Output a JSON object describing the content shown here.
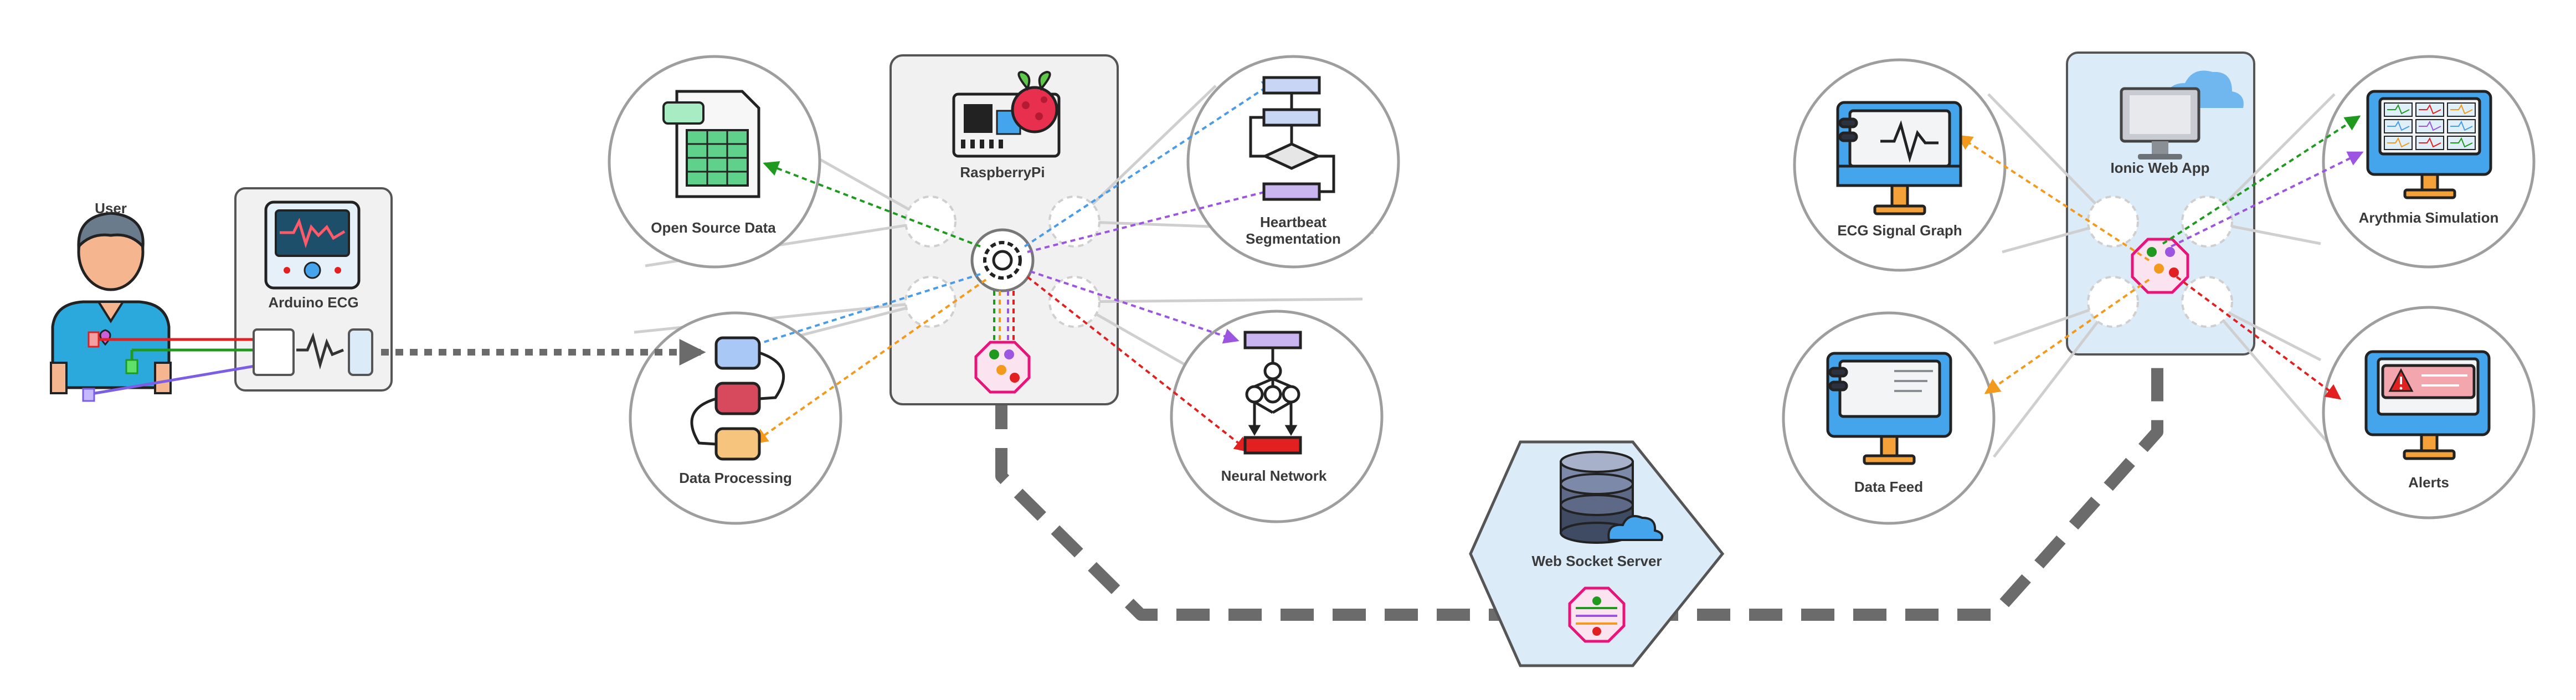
{
  "nodes": {
    "user": "User",
    "arduino": "Arduino ECG",
    "raspberry": "RaspberryPi",
    "open_source_data": "Open Source Data",
    "heartbeat_line1": "Heartbeat",
    "heartbeat_line2": "Segmentation",
    "data_processing": "Data Processing",
    "neural_network": "Neural Network",
    "web_socket_server": "Web Socket Server",
    "ionic_web_app": "Ionic Web App",
    "ecg_signal_graph": "ECG Signal Graph",
    "arythmia_simulation": "Arythmia Simulation",
    "data_feed": "Data Feed",
    "alerts": "Alerts"
  },
  "icons": {
    "user": "person-icon",
    "arduino": "ecg-monitor-icon",
    "raspberry": "raspberry-pi-board-icon",
    "open_source_data": "spreadsheet-file-icon",
    "heartbeat": "flowchart-icon",
    "data_processing": "process-cycle-icon",
    "neural_network": "neural-network-icon",
    "hub": "gear-hub-icon",
    "router": "message-router-icon",
    "web_socket_server": "database-cloud-icon",
    "ionic_web_app": "monitor-cloud-icon",
    "ecg_signal_graph": "ecg-screen-icon",
    "arythmia_simulation": "multi-graph-screen-icon",
    "data_feed": "text-feed-screen-icon",
    "alerts": "alert-screen-icon"
  },
  "colors": {
    "outline": "#222222",
    "circle_stroke": "#9e9e9e",
    "box_fill": "#f1f1f1",
    "blue_box_fill": "#dcebf8",
    "pipe": "#6b6b6b",
    "green": "#1f9a1f",
    "blue": "#4a9be8",
    "purple": "#9b55e0",
    "orange": "#f39a1c",
    "red": "#e2201f",
    "magenta": "#e8147a",
    "screen_blue": "#44a4ec",
    "stand_orange": "#f4a13a"
  }
}
